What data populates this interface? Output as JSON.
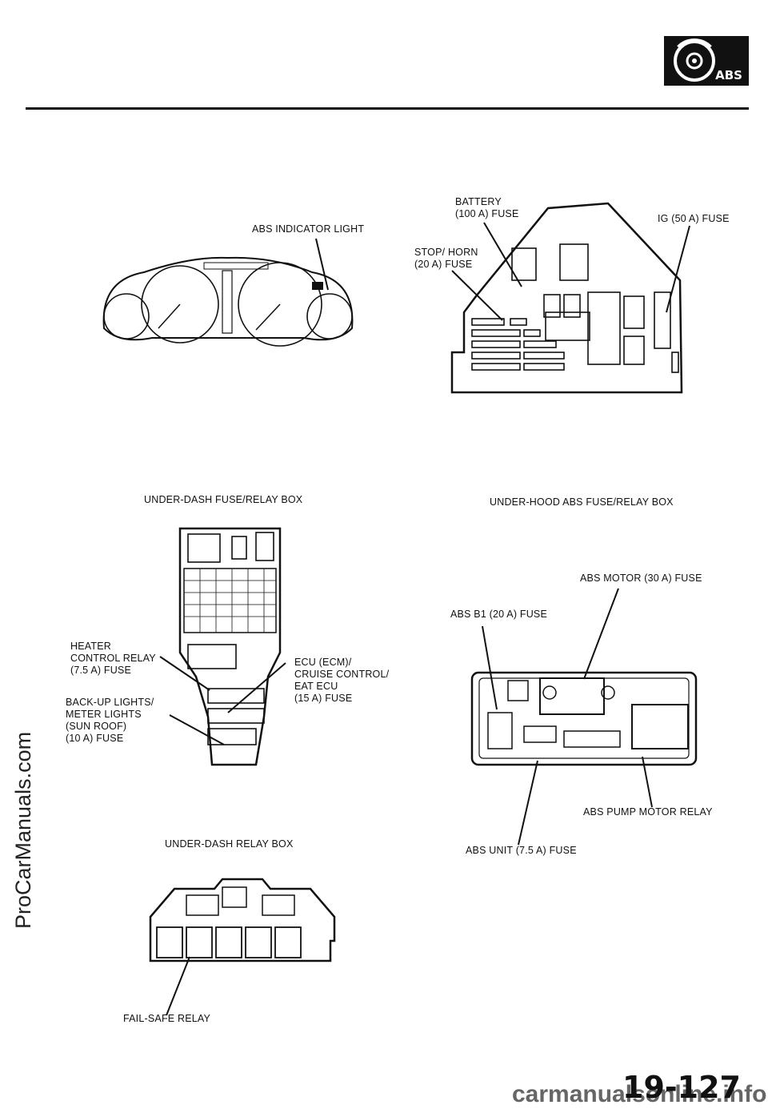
{
  "header": {
    "badge_text": "ABS"
  },
  "figures": {
    "cluster": {
      "indicator_label": "ABS INDICATOR LIGHT"
    },
    "under_hood_box": {
      "caption": "UNDER-HOOD ABS FUSE/RELAY BOX",
      "battery": "BATTERY\n(100 A) FUSE",
      "stop_horn": "STOP/ HORN\n(20 A) FUSE",
      "ig": "IG (50 A) FUSE"
    },
    "under_dash_fuse_box": {
      "caption": "UNDER-DASH FUSE/RELAY BOX",
      "heater": "HEATER\nCONTROL RELAY\n(7.5 A) FUSE",
      "backup": "BACK-UP LIGHTS/\nMETER LIGHTS\n(SUN ROOF)\n(10 A) FUSE",
      "ecu": "ECU (ECM)/\nCRUISE CONTROL/\nEAT ECU\n(15 A) FUSE"
    },
    "abs_box": {
      "motor": "ABS MOTOR (30 A) FUSE",
      "b1": "ABS B1 (20 A) FUSE",
      "pump_relay": "ABS PUMP MOTOR RELAY",
      "unit": "ABS UNIT (7.5 A) FUSE"
    },
    "under_dash_relay_box": {
      "caption": "UNDER-DASH RELAY BOX",
      "failsafe": "FAIL-SAFE RELAY"
    }
  },
  "footer": {
    "page_number": "19-127",
    "site": "carmanualsonline.info",
    "watermark": "ProCarManuals.com"
  }
}
